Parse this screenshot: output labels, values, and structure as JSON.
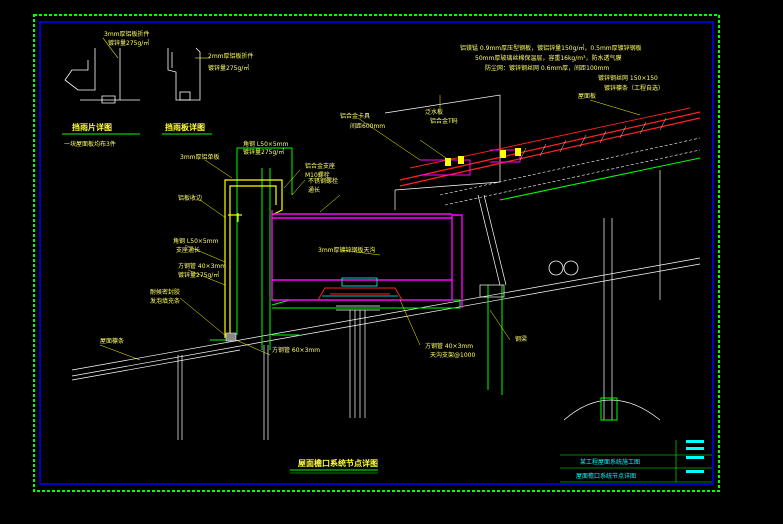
{
  "drawing": {
    "main_title": "屋面檐口系统节点详图",
    "detail_a_title": "挡雨片详图",
    "detail_a_subtitle": "一块屋面板均布3件",
    "detail_b_title": "挡雨板详图",
    "title_block_line1": "某工程屋面系统施工图",
    "title_block_line2": "屋面檐口系统节点详图"
  },
  "labels": {
    "a1": "3mm厚铝板折件",
    "a2": "镀锌量275g/㎡",
    "b1": "2mm厚铝板折件",
    "b2": "镀锌量275g/㎡",
    "l1": "3mm厚铝单板",
    "l2": "铝板收边",
    "l3": "角钢 L50×5mm",
    "l4": "支座通长",
    "l5": "方钢管 40×3mm",
    "l6": "镀锌量275g/㎡",
    "l7": "角钢 L50×5mm",
    "l8": "镀锌量275g/㎡",
    "l9": "耐候密封胶",
    "l10": "发泡填充条",
    "l11": "屋面檩条",
    "l12": "方钢管 60×3mm",
    "l13": "3mm厚镀锌钢板天沟",
    "l14": "铝合金支座",
    "l15": "M10螺栓",
    "l16": "不锈钢螺栓",
    "l17": "通长",
    "l18": "铝合金卡具",
    "l19": "间距600mm",
    "l20": "泛水板",
    "l21": "铝合金T码",
    "l22": "方钢管 40×3mm",
    "l23": "天沟支架@1000",
    "l24": "钢梁",
    "l25": "屋面板",
    "r1": "铝镁锰 0.9mm厚压型钢板，镀铝锌量150g/㎡，0.5mm厚镀锌钢板",
    "r2": "50mm厚玻璃丝棉保温层，容重16kg/m³，防水透气膜",
    "r3": "防尘网：镀锌钢丝网 0.6mm厚，间距100mm",
    "r4": "镀锌钢丝网 150×150",
    "r5": "镀锌檩条（工程自选）"
  },
  "colors": {
    "frame_green": "#00ff00",
    "frame_blue": "#0000ff",
    "yellow": "#ffff00",
    "magenta": "#ff00ff",
    "cyan": "#00ffff",
    "red": "#ff2020",
    "white": "#ffffff"
  }
}
